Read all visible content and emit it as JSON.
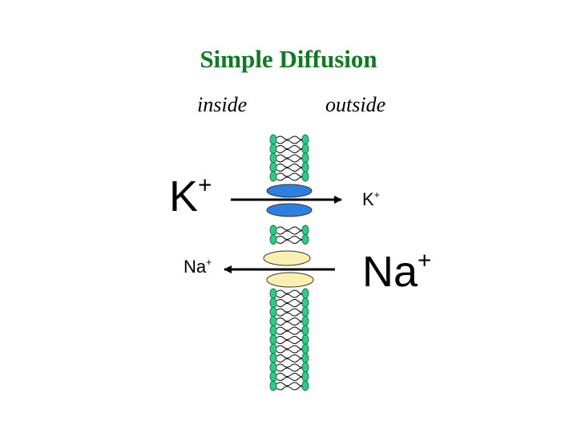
{
  "title": "Simple Diffusion",
  "labels": {
    "inside": "inside",
    "outside": "outside"
  },
  "ions": {
    "k_inside": {
      "symbol": "K",
      "charge": "+"
    },
    "k_outside": {
      "symbol": "K",
      "charge": "+"
    },
    "na_inside": {
      "symbol": "Na",
      "charge": "+"
    },
    "na_outside": {
      "symbol": "Na",
      "charge": "+"
    }
  },
  "colors": {
    "title": "#0f7a1f",
    "phospholipid_head": "#2ecc85",
    "phospholipid_head_stroke": "#0e7a4a",
    "k_channel": "#2f7fe0",
    "na_channel": "#f7f0b0",
    "arrow": "#000000"
  }
}
